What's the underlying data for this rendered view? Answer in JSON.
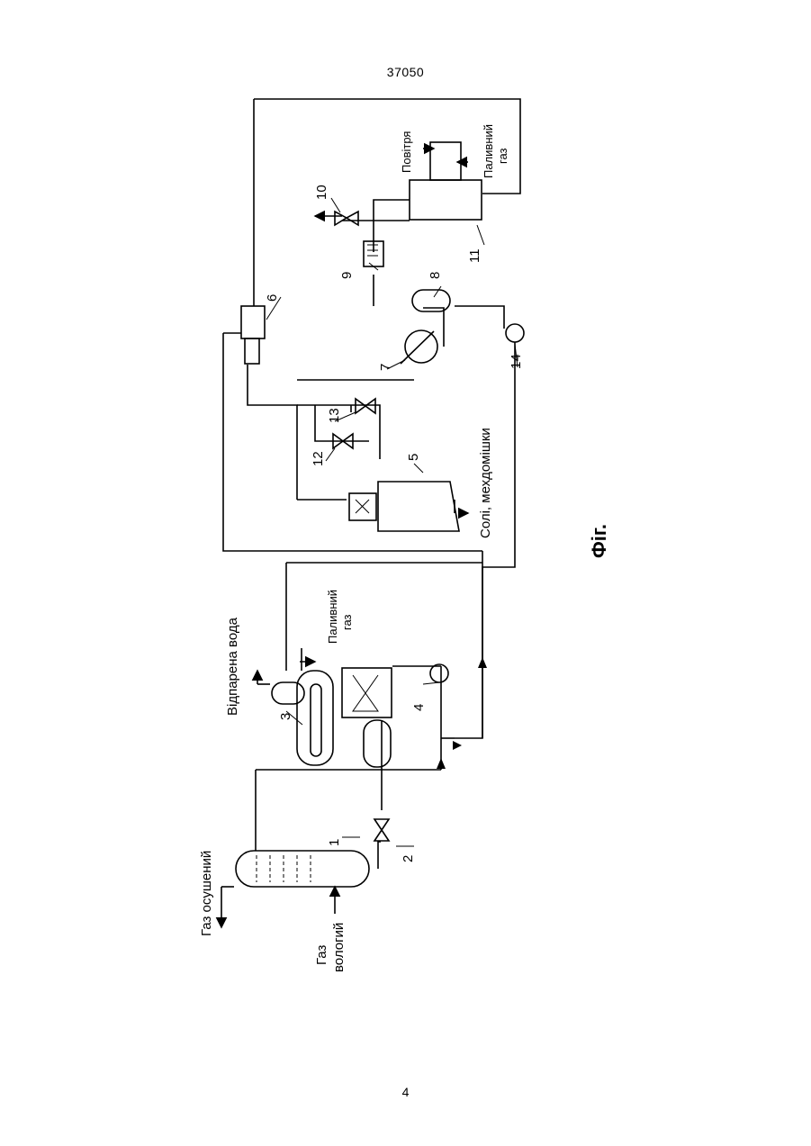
{
  "page": {
    "number_top": "37050",
    "number_bottom": "4"
  },
  "diagram": {
    "labels": {
      "gas_dried": "Газ осушений",
      "gas_wet_1": "Газ",
      "gas_wet_2": "вологий",
      "stripped_water": "Відпарена вода",
      "fuel_gas_1_line1": "Паливний",
      "fuel_gas_1_line2": "газ",
      "air": "Повітря",
      "fuel_gas_2_line1": "Паливний",
      "fuel_gas_2_line2": "газ",
      "salts": "Солі, мехдомішки",
      "figure": "Фіг."
    },
    "numbers": [
      "1",
      "2",
      "3",
      "4",
      "5",
      "6",
      "7",
      "8",
      "9",
      "10",
      "11",
      "12",
      "13",
      "14"
    ]
  }
}
